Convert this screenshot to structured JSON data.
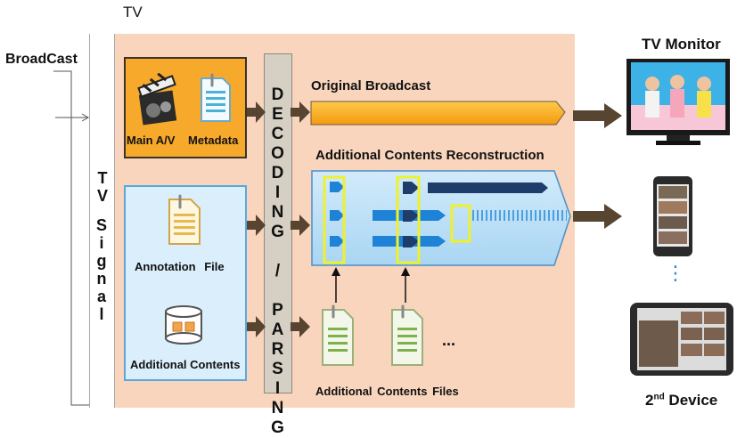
{
  "labels": {
    "tv": "TV",
    "broadcast": "BroadCast",
    "tv_signal_1": "TV",
    "tv_signal_2": "Signal",
    "decoding_parsing": "DECODING / PARSING",
    "main_av": "Main A/V",
    "metadata": "Metadata",
    "annotation_file": "Annotation File",
    "additional_contents": "Additional Contents",
    "original_broadcast": "Original Broadcast",
    "reconstruction": "Additional Contents Reconstruction",
    "additional_files": "Additional Contents Files",
    "ellipsis": "...",
    "tv_monitor": "TV Monitor",
    "second_device_num": "2",
    "second_device_sup": "nd",
    "second_device_word": " Device",
    "vdots": "⋮"
  },
  "icons": [
    "clapperboard-icon",
    "document-icon",
    "database-icon",
    "tv-monitor-icon",
    "smartphone-icon",
    "tablet-icon"
  ],
  "colors": {
    "tv_frame": "#f9d5bd",
    "orange": "#f7a92b",
    "blue": "#dbeefb",
    "recon_blue": "#1e82d6",
    "arrow": "#574431",
    "highlight": "#eef12b",
    "dark_stream": "#1f3d6a"
  }
}
